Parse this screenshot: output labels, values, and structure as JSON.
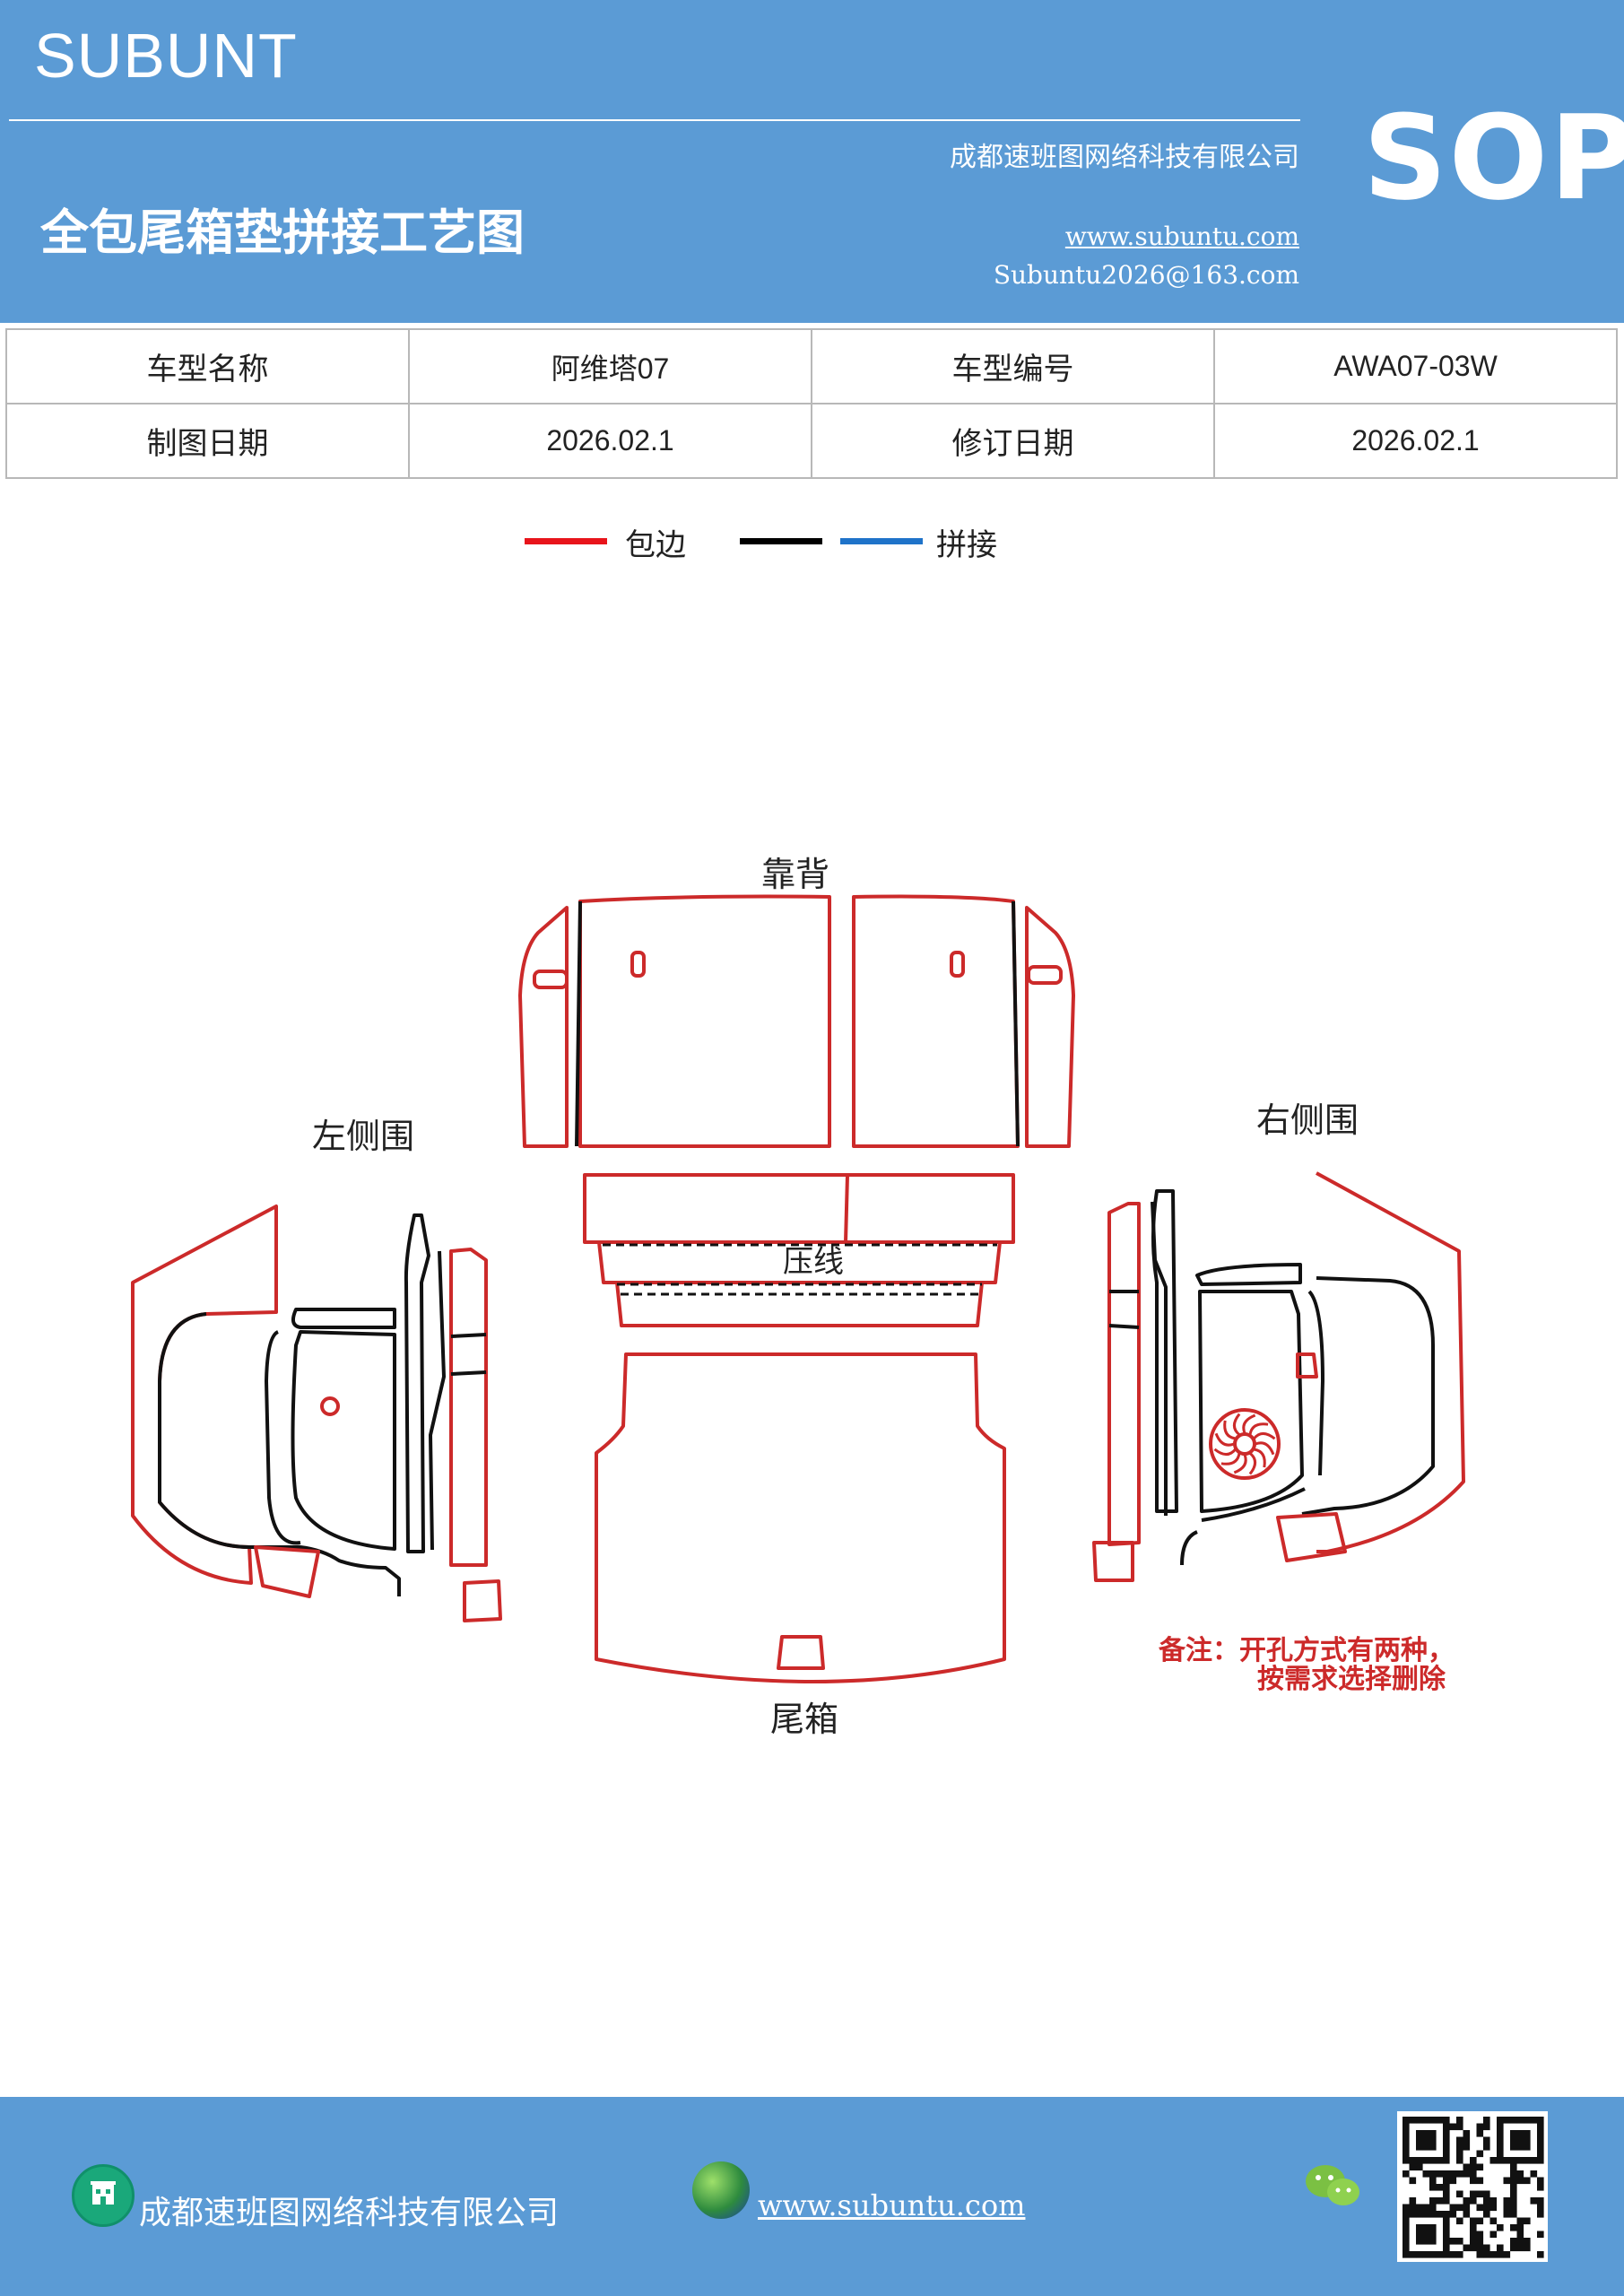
{
  "header": {
    "brand": "SUBUNT",
    "company": "成都速班图网络科技有限公司",
    "title": "全包尾箱垫拼接工艺图",
    "website": "www.subuntu.com",
    "email": "Subuntu2026@163.com",
    "badge": "SOP"
  },
  "info_table": {
    "rows": [
      [
        "车型名称",
        "阿维塔07",
        "车型编号",
        "AWA07-03W"
      ],
      [
        "制图日期",
        "2026.02.1",
        "修订日期",
        "2026.02.1"
      ]
    ]
  },
  "legend": {
    "items": [
      {
        "label": "包边",
        "color": "#e8141b"
      },
      {
        "label": "",
        "color": "#000000"
      },
      {
        "label": "拼接",
        "color": "#1f73c9"
      }
    ]
  },
  "diagram": {
    "labels": {
      "back": "靠背",
      "left": "左侧围",
      "right": "右侧围",
      "press": "压线",
      "trunk": "尾箱"
    },
    "note_line1": "备注：开孔方式有两种，",
    "note_line2": "按需求选择删除",
    "edge_color": "#cc2a2a",
    "seam_color": "#111111"
  },
  "footer": {
    "company": "成都速班图网络科技有限公司",
    "website": "www.subuntu.com",
    "icons": [
      "building-icon",
      "globe-icon",
      "wechat-icon",
      "qr-code"
    ]
  }
}
